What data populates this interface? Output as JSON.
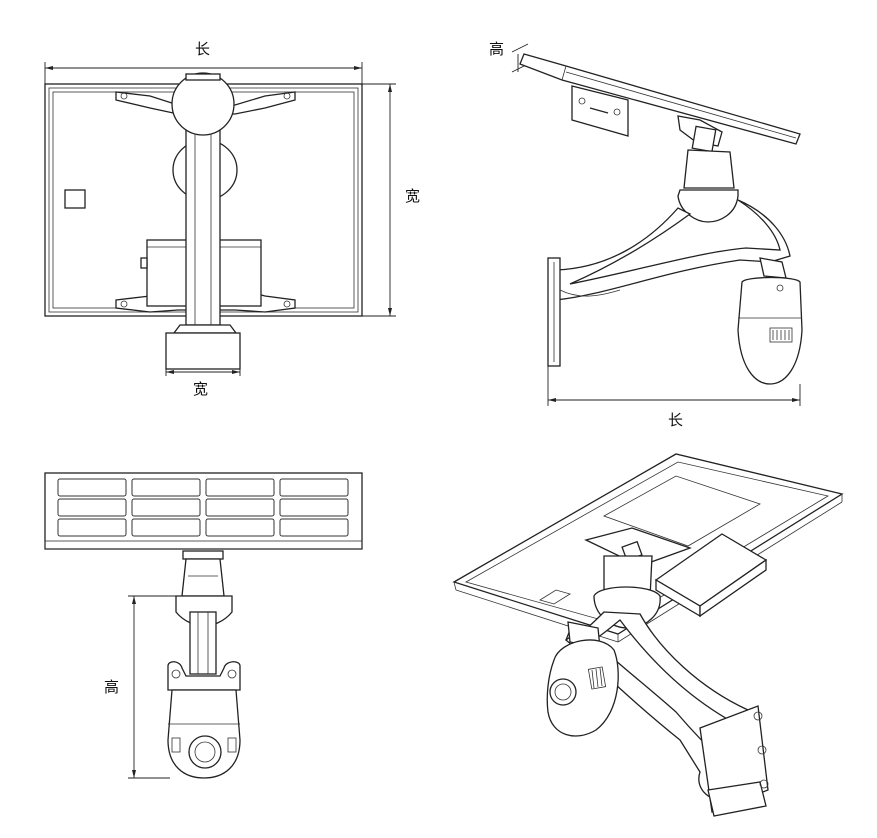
{
  "labels": {
    "front_length": "长",
    "front_width_side": "宽",
    "front_width_bottom": "宽",
    "side_height": "高",
    "side_length": "长",
    "top_height": "高"
  },
  "views": [
    "front-view",
    "side-view",
    "rear-view",
    "isometric-view"
  ]
}
